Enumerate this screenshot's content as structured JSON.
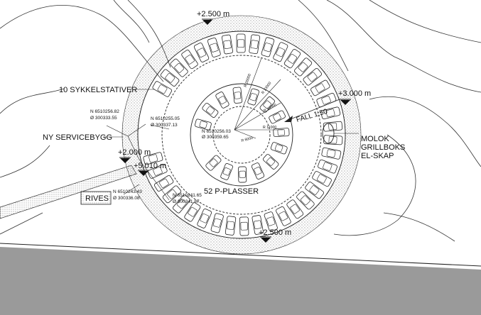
{
  "parking": {
    "label": "52 P-PLASSER",
    "outer_ring_spaces": 38,
    "inner_ring_spaces": 14
  },
  "elevations": {
    "top": "+2.500 m",
    "bottom": "+2.500 m",
    "right": "+3.000 m",
    "left_lower": "+2.000 m",
    "left_upper": "+5.010 m"
  },
  "labels": {
    "bike_racks": "10 SYKKELSTATIVER",
    "service_building": "NY SERVICEBYGG",
    "demolish": "RIVES",
    "slope": "FALL 1:50",
    "molok": "MOLOK",
    "grill": "GRILLBOKS",
    "el_cabinet": "EL-SKAP"
  },
  "coordinates": {
    "c1_n": "N 6510256.82",
    "c1_e": "Ø 300333.55",
    "c2_n": "N 6510255.05",
    "c2_e": "Ø 300337.13",
    "c3_n": "N 6510256.03",
    "c3_e": "Ø 300359.65",
    "c4_n": "N 6510243.43",
    "c4_e": "Ø 300336.08",
    "c5_n": "N 6510241.65",
    "c5_e": "Ø 300341.67"
  },
  "radii": {
    "r1": "R 26000",
    "r2": "R 23000",
    "r3": "R 16000",
    "r4": "R 11000",
    "r5": "R 6000"
  },
  "colors": {
    "line": "#222222",
    "road": "#9a9a9a",
    "dots": "#555555"
  }
}
